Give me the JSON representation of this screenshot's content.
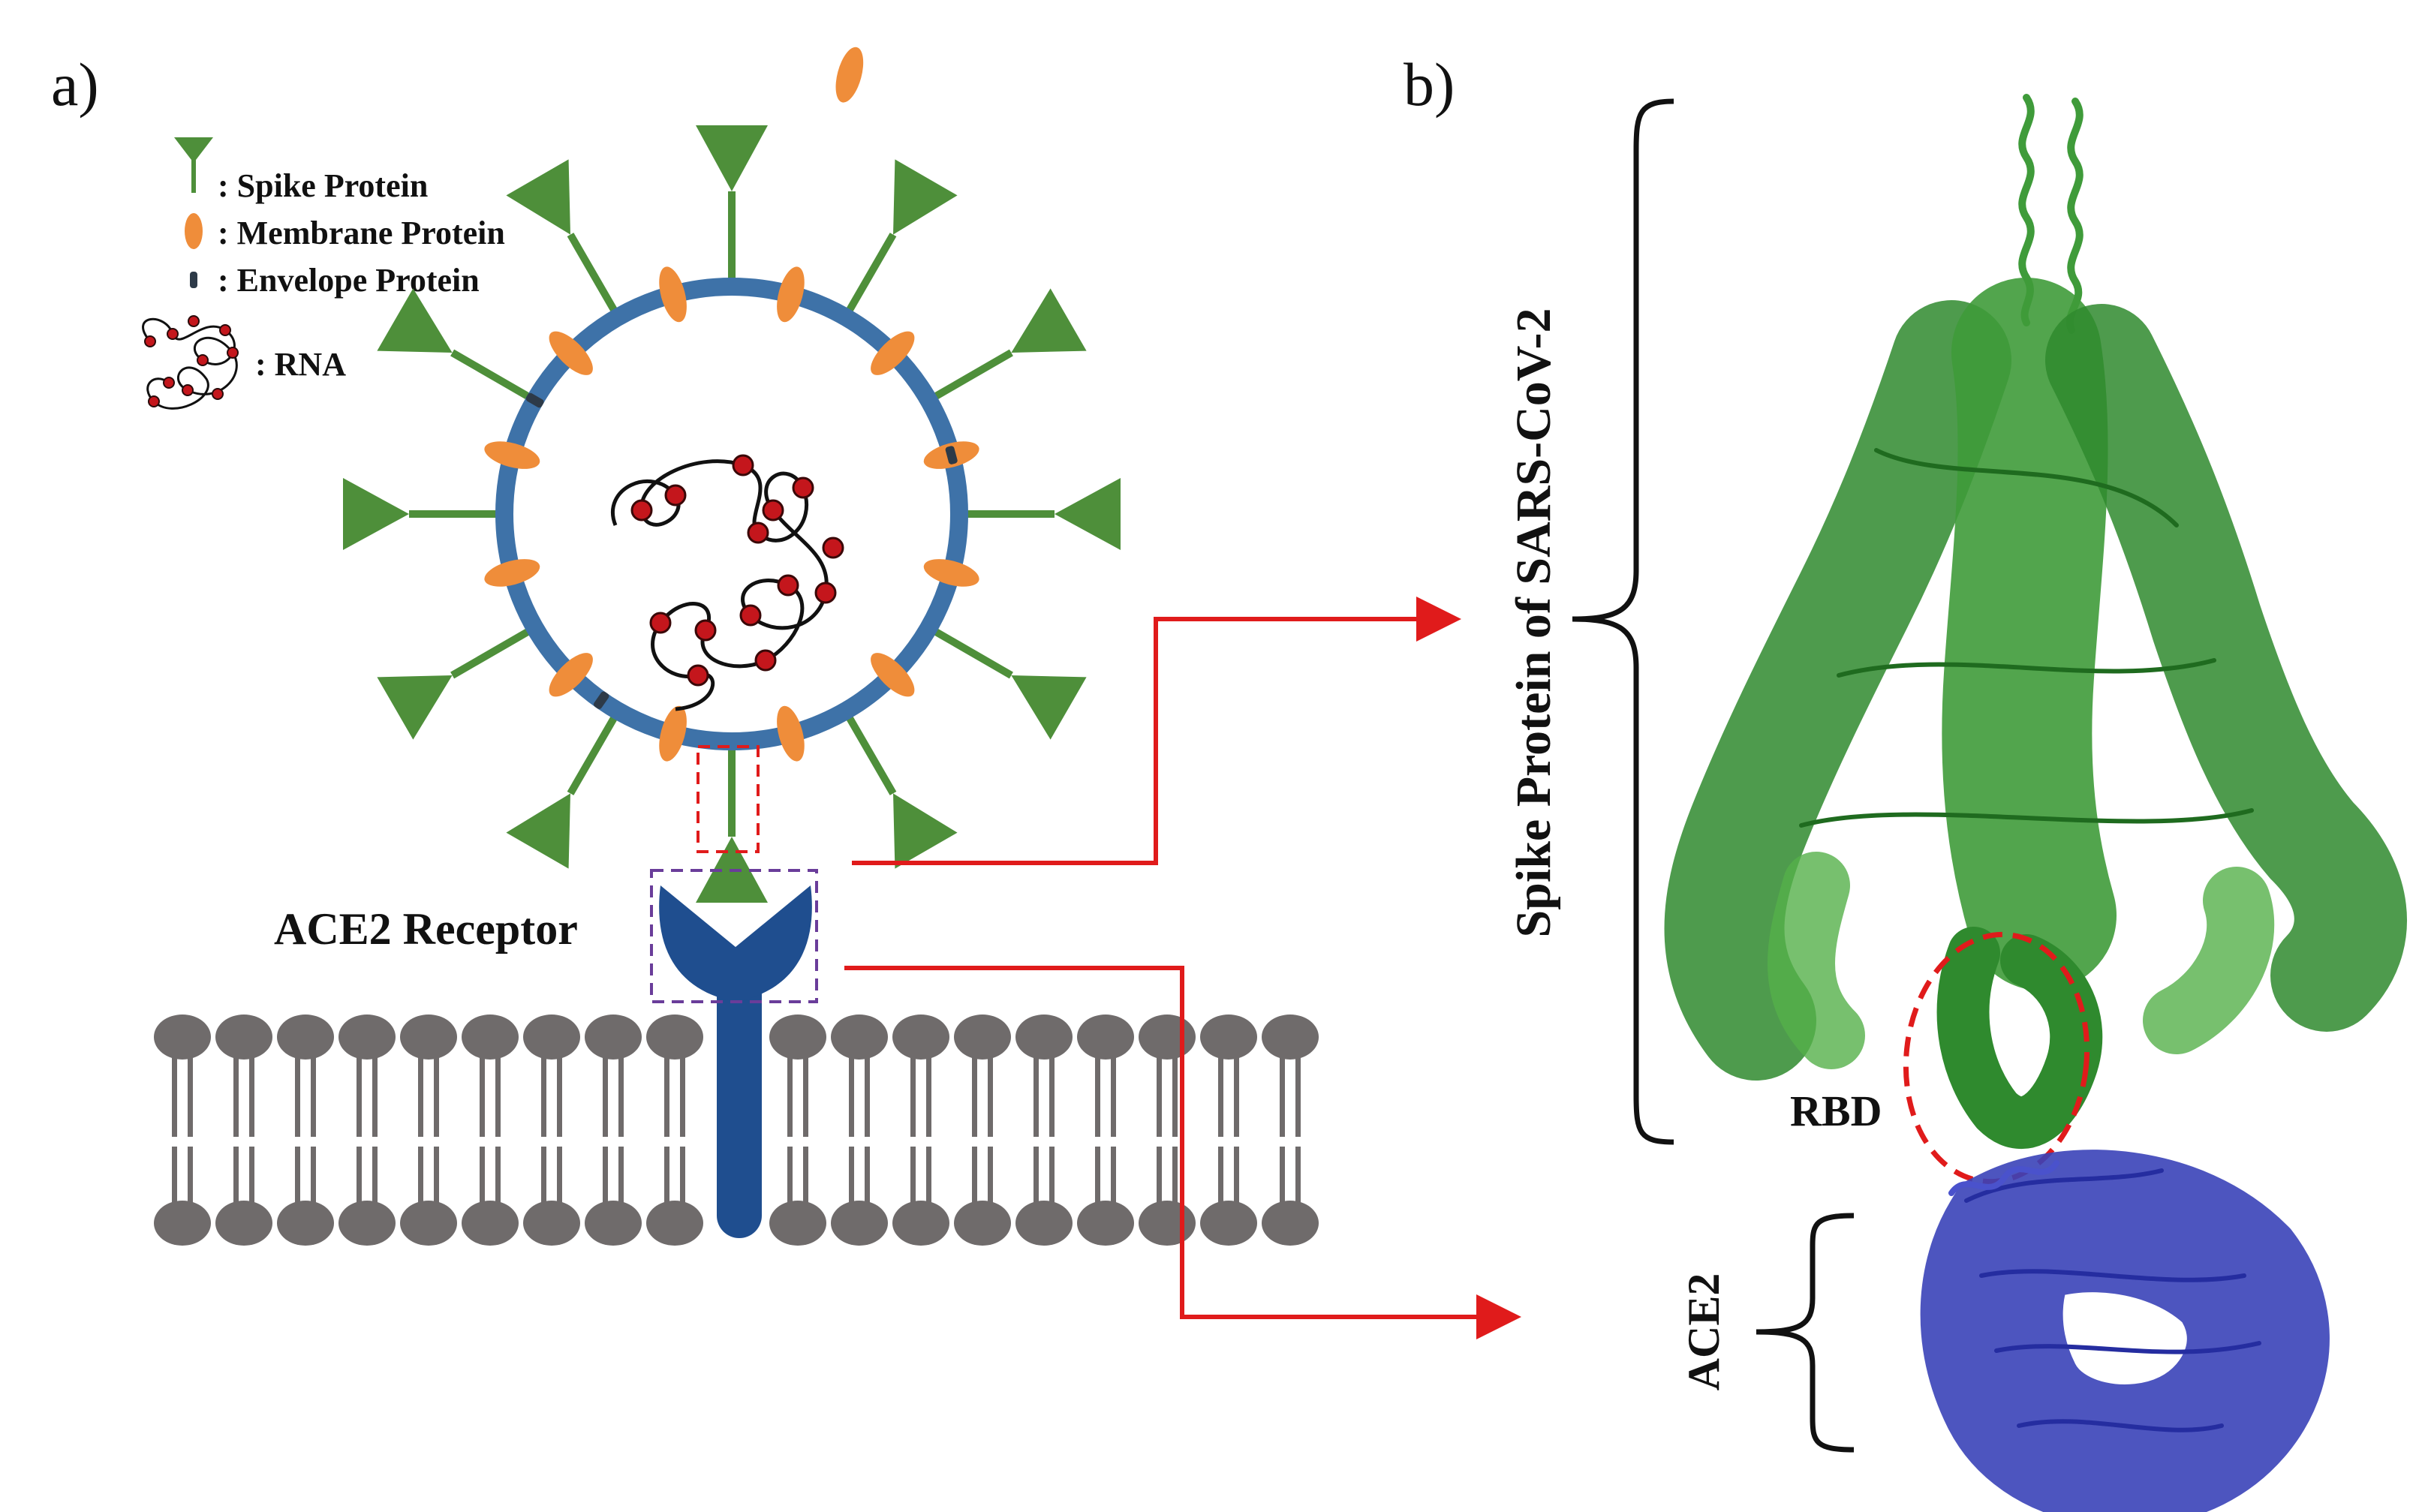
{
  "panels": {
    "a": {
      "label": "a)"
    },
    "b": {
      "label": "b)"
    }
  },
  "legend": {
    "spike": ": Spike Protein",
    "membrane": ": Membrane Protein",
    "envelope": ": Envelope Protein",
    "rna": ": RNA"
  },
  "labels": {
    "ace2_receptor": "ACE2 Receptor",
    "spike_protein_bracket": "Spike Protein of SARS-CoV-2",
    "rbd": "RBD",
    "ace2": "ACE2"
  },
  "colors": {
    "spike": "#4e8f3a",
    "membrane_protein": "#ef8d3a",
    "envelope_protein": "#2d3a48",
    "virus_shell": "#3e72a8",
    "rna_line": "#111111",
    "rna_node": "#c4161c",
    "ace2_receptor": "#1f4e8f",
    "lipid": "#6f6b6b",
    "arrow": "#e01b1b",
    "structure_green": "#3f9b3a",
    "structure_blue": "#3a43b8"
  },
  "icons": {
    "spike": "spike-protein-icon",
    "membrane": "membrane-protein-icon",
    "envelope": "envelope-protein-icon",
    "rna": "rna-icon"
  }
}
